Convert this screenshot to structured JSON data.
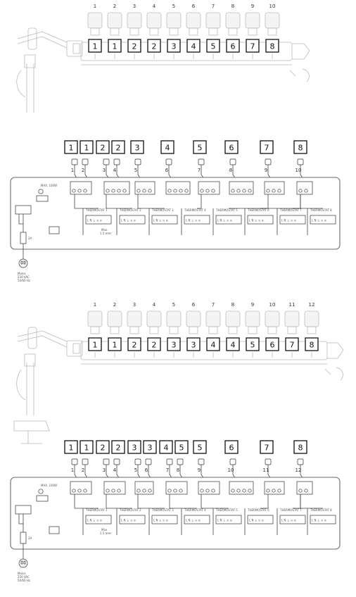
{
  "diagram_a": {
    "manifold": {
      "channels": [
        "1",
        "2",
        "3",
        "4",
        "5",
        "6",
        "7",
        "8",
        "9",
        "10"
      ],
      "zones": [
        "1",
        "1",
        "2",
        "2",
        "3",
        "4",
        "5",
        "6",
        "7",
        "8"
      ]
    },
    "controller": {
      "zones": [
        "1",
        "1",
        "2",
        "2",
        "3",
        "4",
        "5",
        "6",
        "7",
        "8"
      ],
      "actuators": [
        "1",
        "2",
        "3",
        "4",
        "5",
        "6",
        "7",
        "8",
        "9",
        "10"
      ],
      "max_label": "MAX. 100W",
      "fuse_label": "2A",
      "terminals": "L N PE",
      "thermostats": [
        "THERMOSTAT 1",
        "THERMOSTAT 2",
        "THERMOSTAT 3",
        "THERMOSTAT 4",
        "THERMOSTAT 5",
        "THERMOSTAT 6",
        "THERMOSTAT 7",
        "THERMOSTAT 8"
      ],
      "cable_note": [
        "Max.",
        "1.5 mm²"
      ],
      "thermostat_terminals": "L N ⏚ ⊙ ⊘",
      "mains": {
        "title": "Mains",
        "line1": "230 VAC",
        "line2": "50/60 Hz"
      }
    }
  },
  "diagram_b": {
    "manifold": {
      "channels": [
        "1",
        "2",
        "3",
        "4",
        "5",
        "6",
        "7",
        "8",
        "9",
        "10",
        "11",
        "12"
      ],
      "zones": [
        "1",
        "1",
        "2",
        "2",
        "3",
        "3",
        "4",
        "4",
        "5",
        "6",
        "7",
        "8"
      ]
    },
    "controller": {
      "zones": [
        "1",
        "1",
        "2",
        "2",
        "3",
        "3",
        "4",
        "5",
        "5",
        "6",
        "7",
        "8"
      ],
      "actuators": [
        "1",
        "2",
        "3",
        "4",
        "5",
        "6",
        "7",
        "8",
        "9",
        "10",
        "11",
        "12"
      ],
      "max_label": "MAX. 100W",
      "fuse_label": "2A",
      "terminals": "L N PE",
      "thermostats": [
        "THERMOSTAT 1",
        "THERMOSTAT 2",
        "THERMOSTAT 3",
        "THERMOSTAT 4",
        "THERMOSTAT 5",
        "THERMOSTAT 6",
        "THERMOSTAT 7",
        "THERMOSTAT 8"
      ],
      "cable_note": [
        "Max.",
        "1.5 mm²"
      ],
      "thermostat_terminals": "L N ⏚ ⊙ ⊘",
      "mains": {
        "title": "Mains",
        "line1": "230 VAC",
        "line2": "50/60 Hz"
      }
    }
  },
  "colors": {
    "line": "#111111",
    "faint": "#b9b9b9",
    "panel": "#6a6a6a"
  }
}
